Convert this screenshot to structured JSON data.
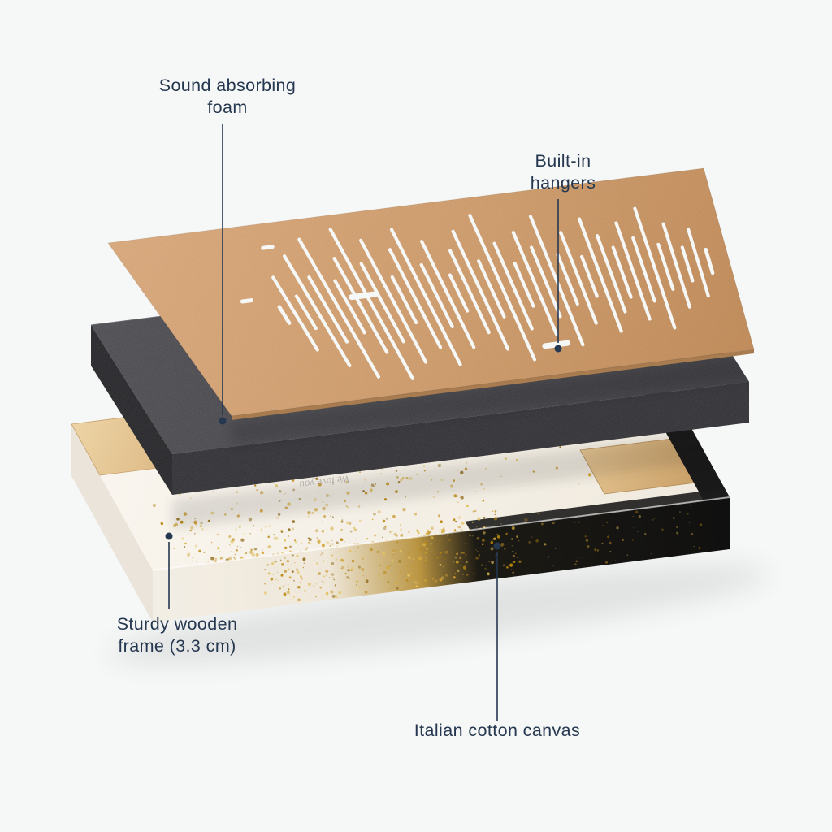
{
  "callouts": {
    "foam": {
      "line1": "Sound absorbing",
      "line2": "foam"
    },
    "hangers": {
      "line1": "Built-in",
      "line2": "hangers"
    },
    "frame": {
      "line1": "Sturdy wooden",
      "line2": "frame (3.3 cm)"
    },
    "canvas": {
      "line1": "Italian cotton canvas"
    }
  },
  "canvas_artwork": {
    "script_text": "We love you"
  },
  "colors": {
    "background": "#f6f7f7",
    "accent": "#253850",
    "backboard": "#d3a06f",
    "foam": "#4b4b51",
    "canvas": "#f7f2ea",
    "wood": "#dfba8a",
    "wrap_black": "#141414",
    "gold_palette": [
      "#b8860b",
      "#c9992e",
      "#d4aa3c",
      "#e3c25f",
      "#93701f"
    ]
  },
  "soundwave_pattern": [
    0.1,
    0.45,
    0.2,
    0.68,
    0.4,
    0.85,
    0.32,
    0.58,
    0.92,
    0.48,
    0.75,
    0.28,
    0.6,
    0.83,
    0.38,
    0.65,
    0.22,
    0.5,
    0.72,
    0.34,
    0.88,
    0.52,
    0.26,
    0.62,
    0.42,
    0.78,
    0.3,
    0.55,
    0.24,
    0.68,
    0.46,
    0.3,
    0.58,
    0.38,
    0.72,
    0.27,
    0.5,
    0.2,
    0.4,
    0.14
  ],
  "board_marks": [
    {
      "u": 0.245,
      "v": 0.13
    },
    {
      "u": 0.158,
      "v": 0.4
    }
  ],
  "hanger_slots": [
    {
      "u": 0.355,
      "v": 0.45
    },
    {
      "u": 0.645,
      "v": 0.84
    }
  ]
}
